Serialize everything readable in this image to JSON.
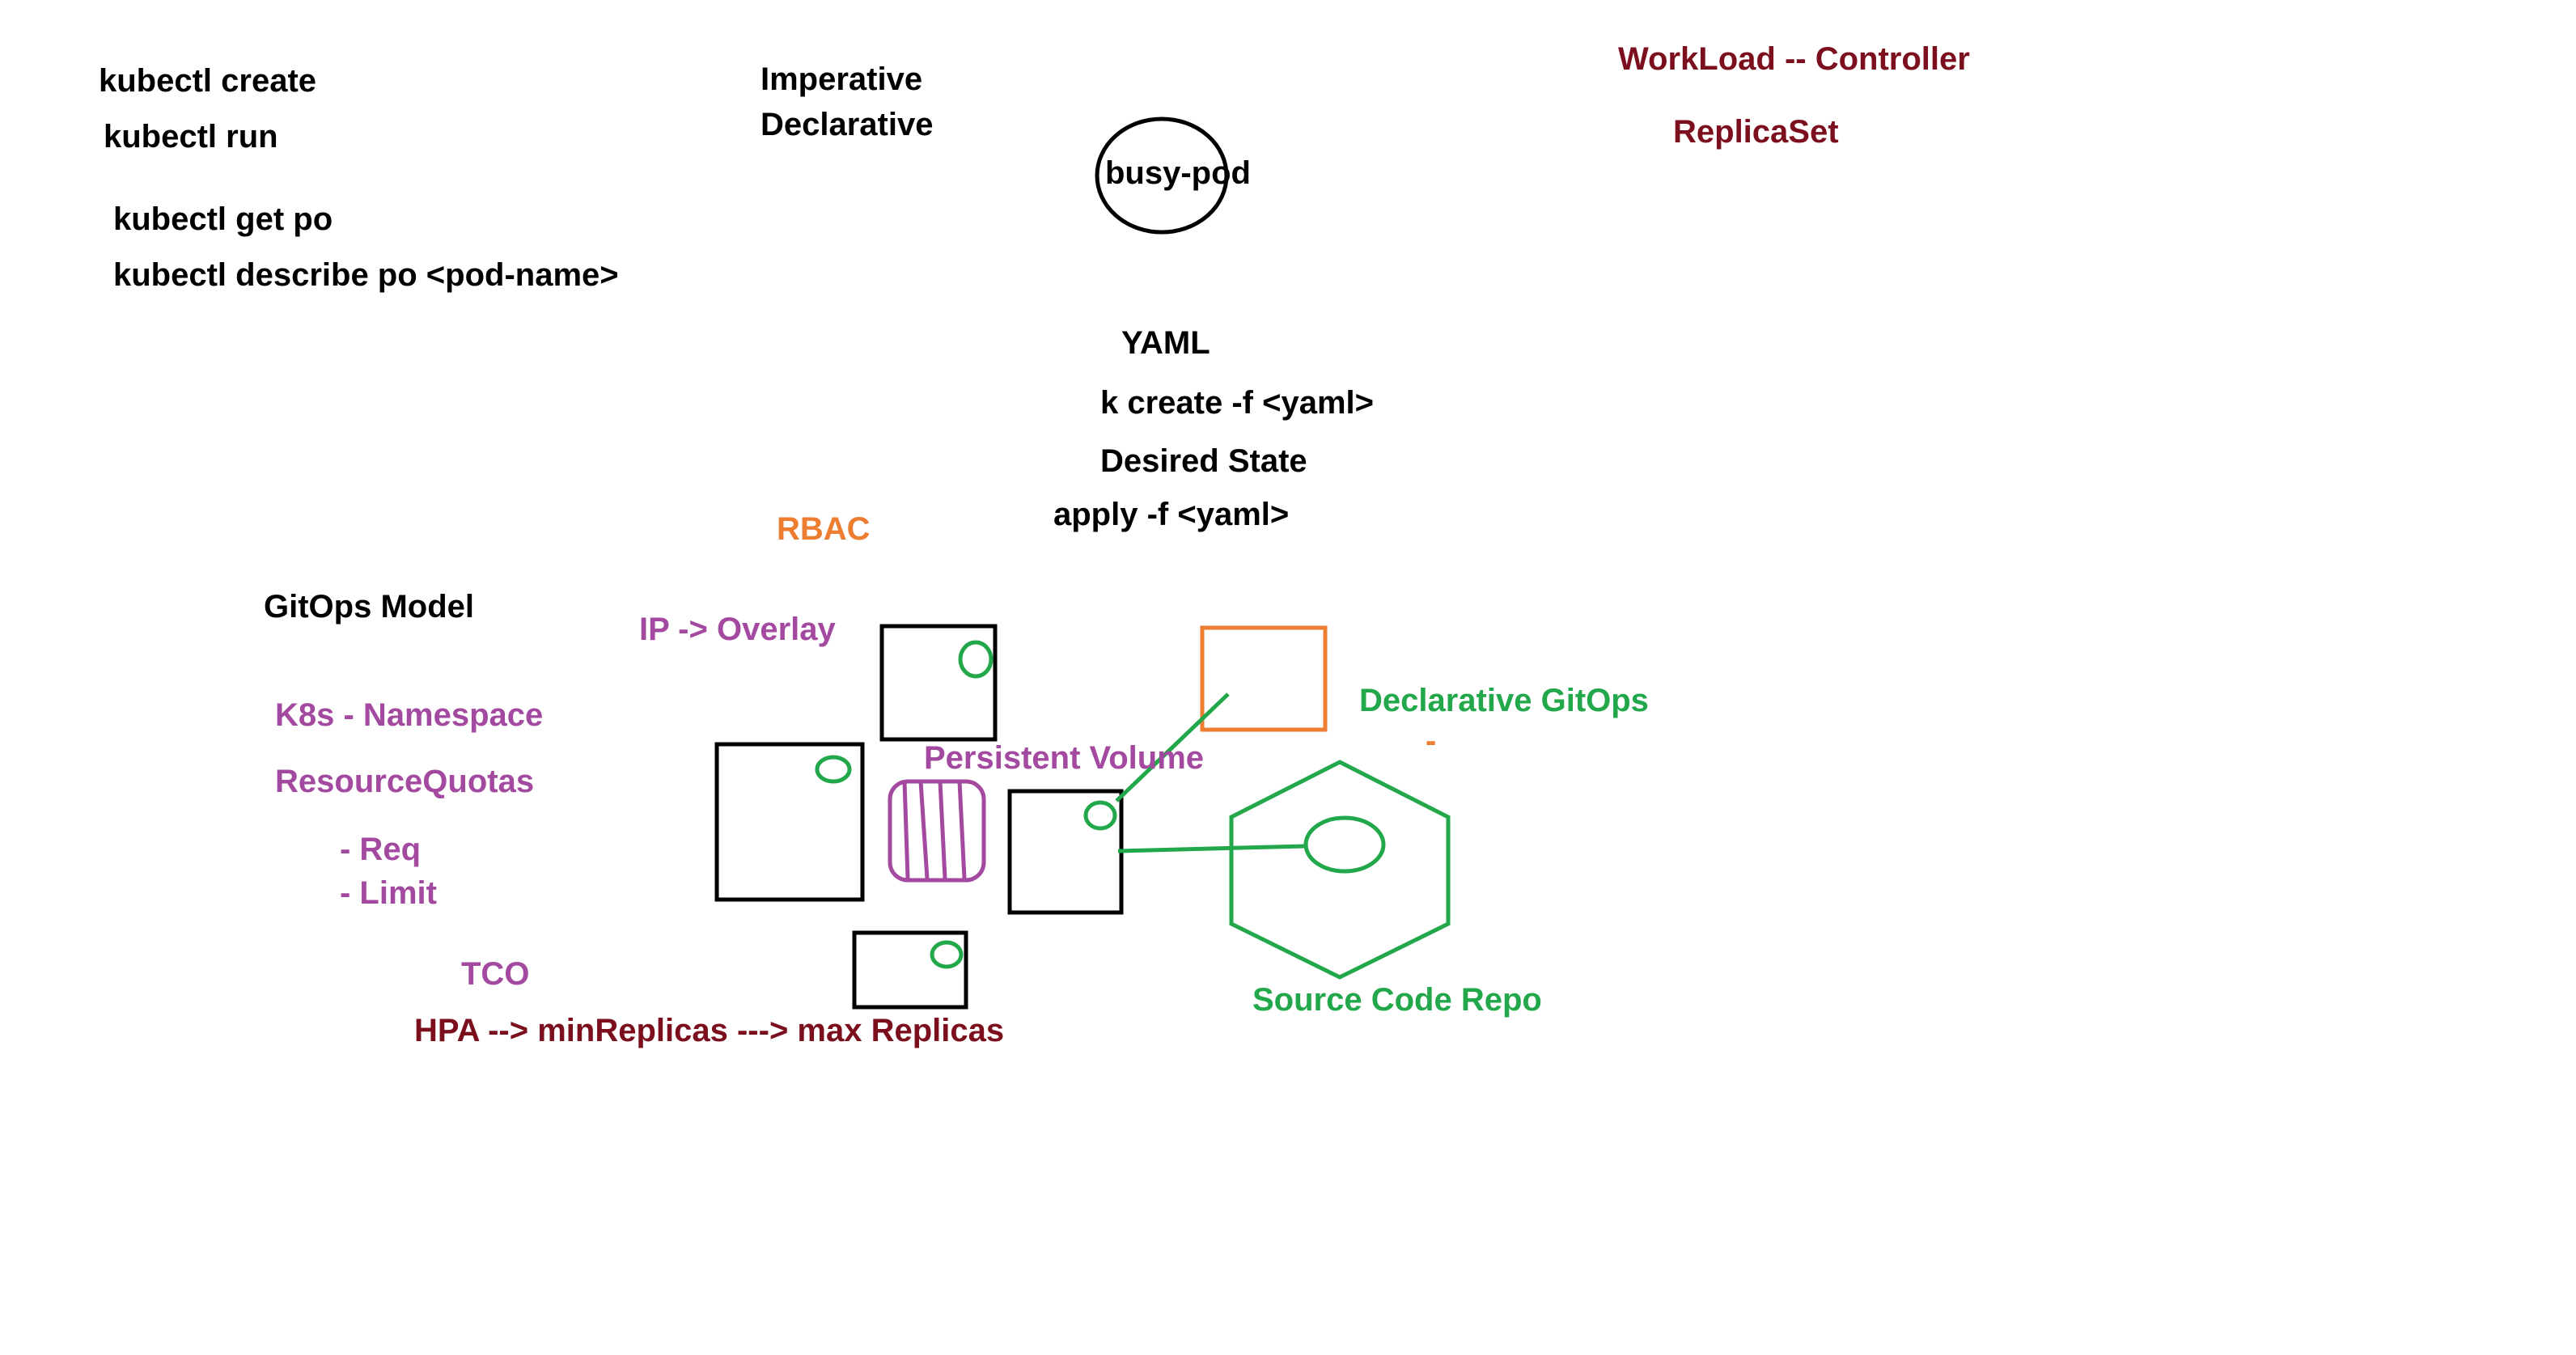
{
  "colors": {
    "black": "#000000",
    "maroon": "#7b0f1e",
    "purple": "#a34aa0",
    "orange": "#ed7d31",
    "green": "#22a84b"
  },
  "commands": {
    "create": "kubectl create",
    "run": "kubectl run",
    "get": "kubectl get po",
    "describe": "kubectl describe po <pod-name>"
  },
  "modes": {
    "imperative": "Imperative",
    "declarative": "Declarative"
  },
  "pod": {
    "label": "busy-pod"
  },
  "yaml": {
    "title": "YAML",
    "create": "k create -f <yaml>",
    "desired": "Desired State",
    "apply": "apply -f <yaml>"
  },
  "workload": {
    "controller": "WorkLoad -- Controller",
    "replicaset": "ReplicaSet"
  },
  "rbac": "RBAC",
  "gitops": {
    "model": "GitOps Model",
    "declarative": "Declarative GitOps",
    "dash": "-",
    "repo": "Source Code Repo"
  },
  "network": {
    "overlay": "IP -> Overlay"
  },
  "namespace": {
    "title": "K8s - Namespace",
    "quotas": "ResourceQuotas",
    "req": "- Req",
    "limit": "- Limit",
    "tco": "TCO"
  },
  "storage": {
    "pv": "Persistent Volume"
  },
  "hpa": "HPA --> minReplicas ---> max Replicas"
}
